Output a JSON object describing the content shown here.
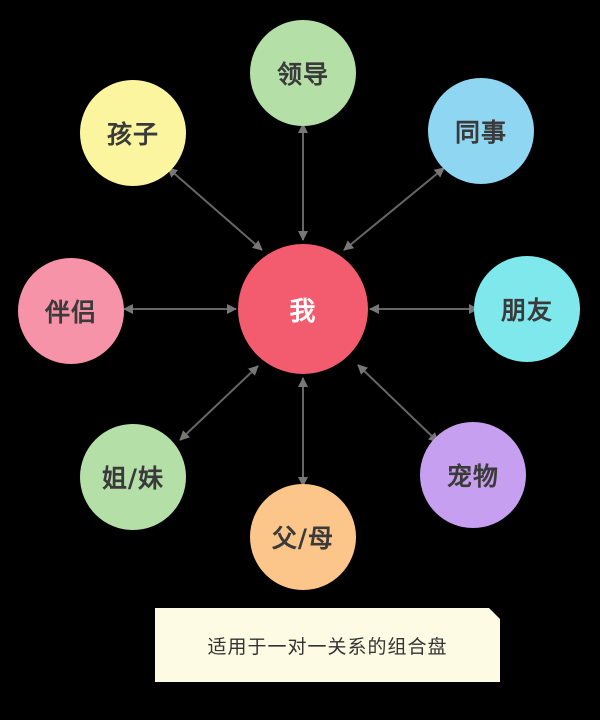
{
  "diagram": {
    "center": {
      "label": "我",
      "color": "#f25c6e"
    },
    "nodes": [
      {
        "id": "leader",
        "label": "领导",
        "color": "#b4e0a8"
      },
      {
        "id": "colleague",
        "label": "同事",
        "color": "#8fd6f2"
      },
      {
        "id": "friend",
        "label": "朋友",
        "color": "#7ee8ec"
      },
      {
        "id": "pet",
        "label": "宠物",
        "color": "#c79ff0"
      },
      {
        "id": "parent",
        "label": "父/母",
        "color": "#fcc68a"
      },
      {
        "id": "sibling",
        "label": "姐/妹",
        "color": "#b4e0a8"
      },
      {
        "id": "partner",
        "label": "伴侣",
        "color": "#f793a8"
      },
      {
        "id": "child",
        "label": "孩子",
        "color": "#faf59e"
      }
    ],
    "connector_color": "#666666",
    "caption": "适用于一对一关系的组合盘"
  }
}
